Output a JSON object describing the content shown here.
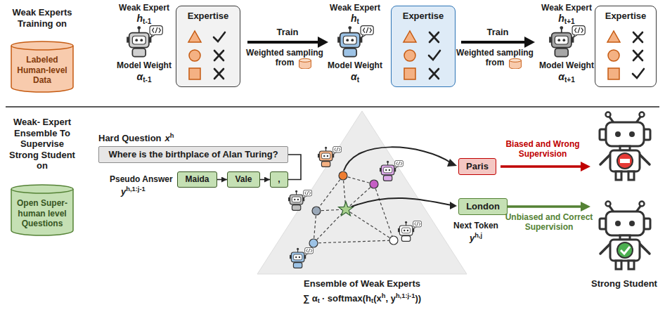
{
  "diagram": {
    "nodes": [
      {
        "text": [
          "Labeled Human-level Data"
        ]
      },
      {
        "text": [
          "Expertise"
        ]
      },
      {
        "text": [
          "Expertise"
        ]
      },
      {
        "text": [
          "Expertise"
        ]
      },
      {
        "text": [
          "Open Super-human level Questions"
        ]
      },
      {
        "text": [
          "Where is the birthplace of Alan Turing?"
        ]
      },
      {
        "text": [
          "Maida"
        ]
      },
      {
        "text": [
          "Vale"
        ]
      },
      {
        "text": [
          ","
        ]
      },
      {
        "text": [
          "Paris"
        ]
      },
      {
        "text": [
          "London"
        ]
      }
    ],
    "edges": [
      {
        "from": 5,
        "to": 8,
        "arrow": "none"
      },
      {
        "from": 6,
        "to": 7,
        "arrow": "to"
      },
      {
        "from": 7,
        "to": 8,
        "arrow": "to"
      }
    ],
    "labels": [
      "Weak Experts Training on",
      "Weak Expert",
      "h",
      "t-1",
      "Model Weight",
      "α",
      "t-1",
      "Train",
      "Weighted sampling from",
      "Weak Expert",
      "h",
      "t",
      "Model Weight",
      "α",
      "t",
      "Train",
      "Weighted sampling from",
      "Weak Expert",
      "h",
      "t+1",
      "Model Weight",
      "α",
      "t+1",
      "Weak- Expert Ensemble To Supervise Strong Student on",
      "Hard Question",
      "x",
      "h",
      "Pseudo Answer",
      "y",
      "h,1:j-1",
      "Biased and Wrong Supervision",
      "Unbiased and Correct Supervision",
      "Next Token",
      "y",
      "h,j",
      "Ensemble of Weak Experts",
      "∑ α",
      "t",
      "· softmax",
      "(h",
      "t",
      "(x",
      "h",
      ", y",
      "h,1:j-1",
      "))",
      "Strong Student"
    ]
  }
}
